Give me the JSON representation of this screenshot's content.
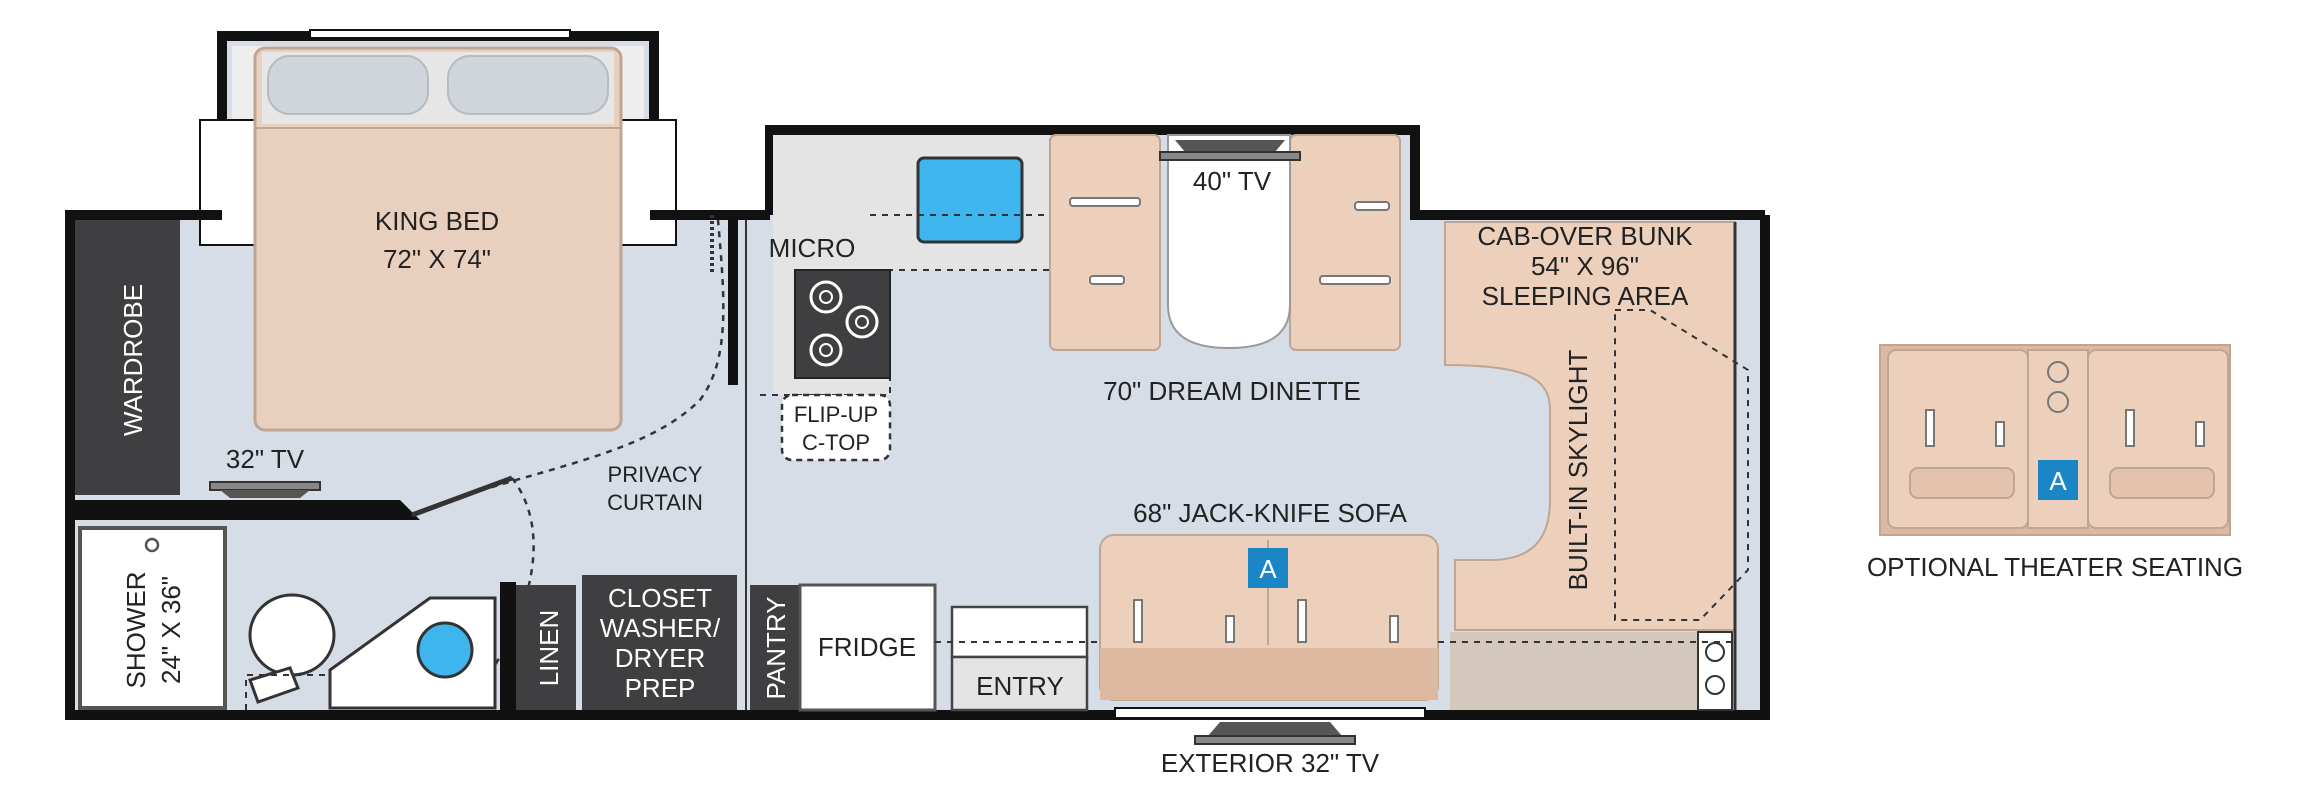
{
  "colors": {
    "wall": "#111111",
    "floor": "#d6dde6",
    "cabinet": "#3f3f41",
    "wood": "#ecd0bc",
    "wood_dark": "#dcb9a0",
    "bed": "#e9cfbe",
    "accent": "#1a86c6",
    "sink": "#3fb5ee"
  },
  "labels": {
    "king_bed": "KING BED",
    "king_bed_size": "72\" X 74\"",
    "wardrobe": "WARDROBE",
    "tv_bedroom": "32\" TV",
    "privacy_curtain_1": "PRIVACY",
    "privacy_curtain_2": "CURTAIN",
    "shower_1": "SHOWER",
    "shower_2": "24\" X 36\"",
    "linen": "LINEN",
    "closet_1": "CLOSET",
    "closet_2": "WASHER/",
    "closet_3": "DRYER",
    "closet_4": "PREP",
    "pantry": "PANTRY",
    "fridge": "FRIDGE",
    "entry": "ENTRY",
    "micro": "MICRO",
    "flip_up_1": "FLIP-UP",
    "flip_up_2": "C-TOP",
    "tv_dinette": "40\" TV",
    "dinette": "70\" DREAM DINETTE",
    "sofa": "68\" JACK-KNIFE SOFA",
    "option_marker": "A",
    "bunk_1": "CAB-OVER BUNK",
    "bunk_2": "54\" X 96\"",
    "bunk_3": "SLEEPING AREA",
    "skylight": "BUILT-IN SKYLIGHT",
    "exterior_tv": "EXTERIOR 32\" TV",
    "theater_marker": "A",
    "theater_caption": "OPTIONAL THEATER SEATING"
  }
}
